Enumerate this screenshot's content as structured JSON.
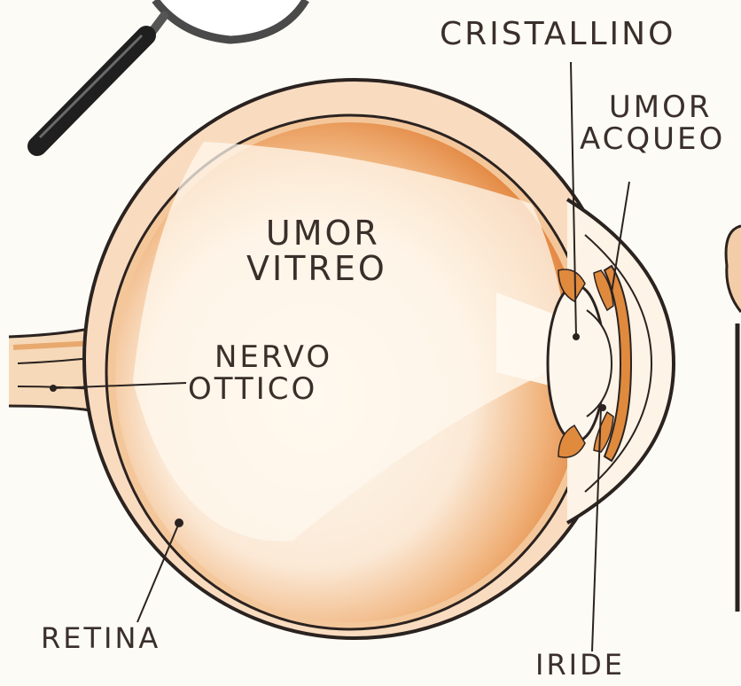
{
  "diagram": {
    "labels": {
      "cristallino": "CRISTALLINO",
      "umor_acqueo": [
        "UMOR",
        "ACQUEO"
      ],
      "umor_vitreo": [
        "UMOR",
        "VITREO"
      ],
      "nervo_ottico": [
        "NERVO",
        "OTTICO"
      ],
      "retina": "RETINA",
      "iride": "IRIDE"
    },
    "colors": {
      "orange": "#e08a3e",
      "cream": "#fbeee0",
      "ink": "#2b2320",
      "paper": "#fdfbf6"
    }
  }
}
